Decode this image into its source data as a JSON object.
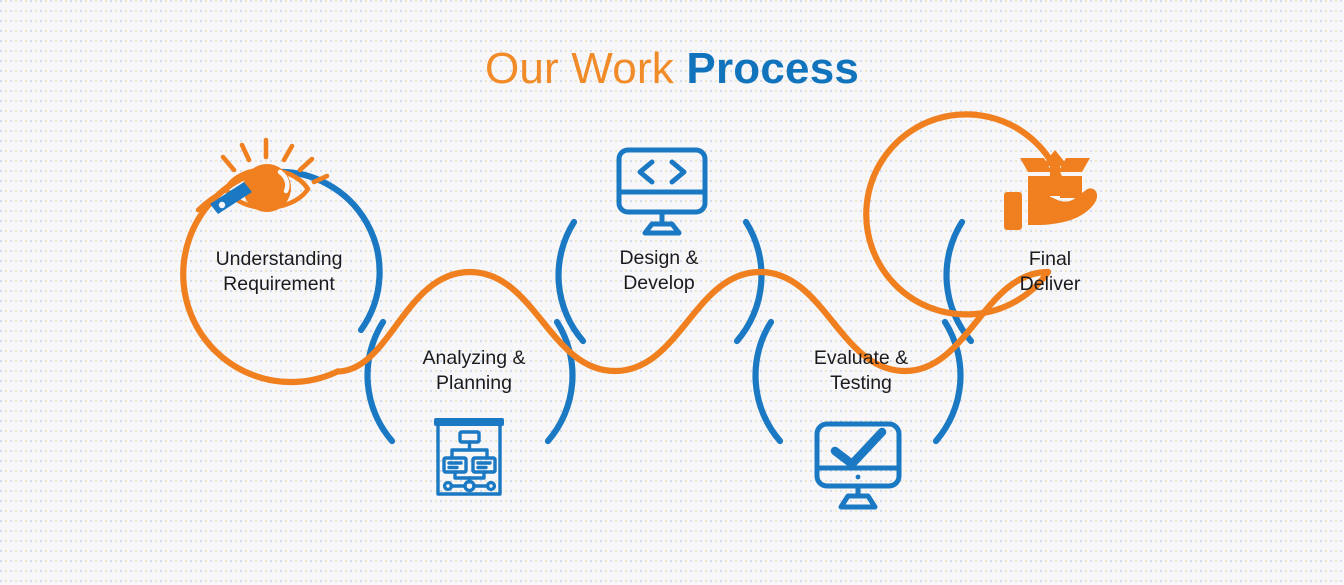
{
  "title": {
    "part_one": "Our Work",
    "part_two": "Process"
  },
  "colors": {
    "orange": "#f0801f",
    "blue": "#1b79c3",
    "title_orange": "#f18a28",
    "title_blue": "#1273bd",
    "text": "#1b1b1f",
    "background": "#f7f7f9"
  },
  "steps": [
    {
      "label": "Understanding\nRequirement",
      "icon": "eye-with-pen-icon",
      "icon_color": "#f0801f",
      "position": "top"
    },
    {
      "label": "Analyzing &\nPlanning",
      "icon": "flowchart-board-icon",
      "icon_color": "#1b79c3",
      "position": "bottom"
    },
    {
      "label": "Design &\nDevelop",
      "icon": "monitor-code-icon",
      "icon_color": "#1b79c3",
      "position": "top"
    },
    {
      "label": "Evaluate &\nTesting",
      "icon": "monitor-checkmark-icon",
      "icon_color": "#1b79c3",
      "position": "bottom"
    },
    {
      "label": "Final\nDeliver",
      "icon": "hand-delivering-box-icon",
      "icon_color": "#f0801f",
      "position": "top"
    }
  ]
}
